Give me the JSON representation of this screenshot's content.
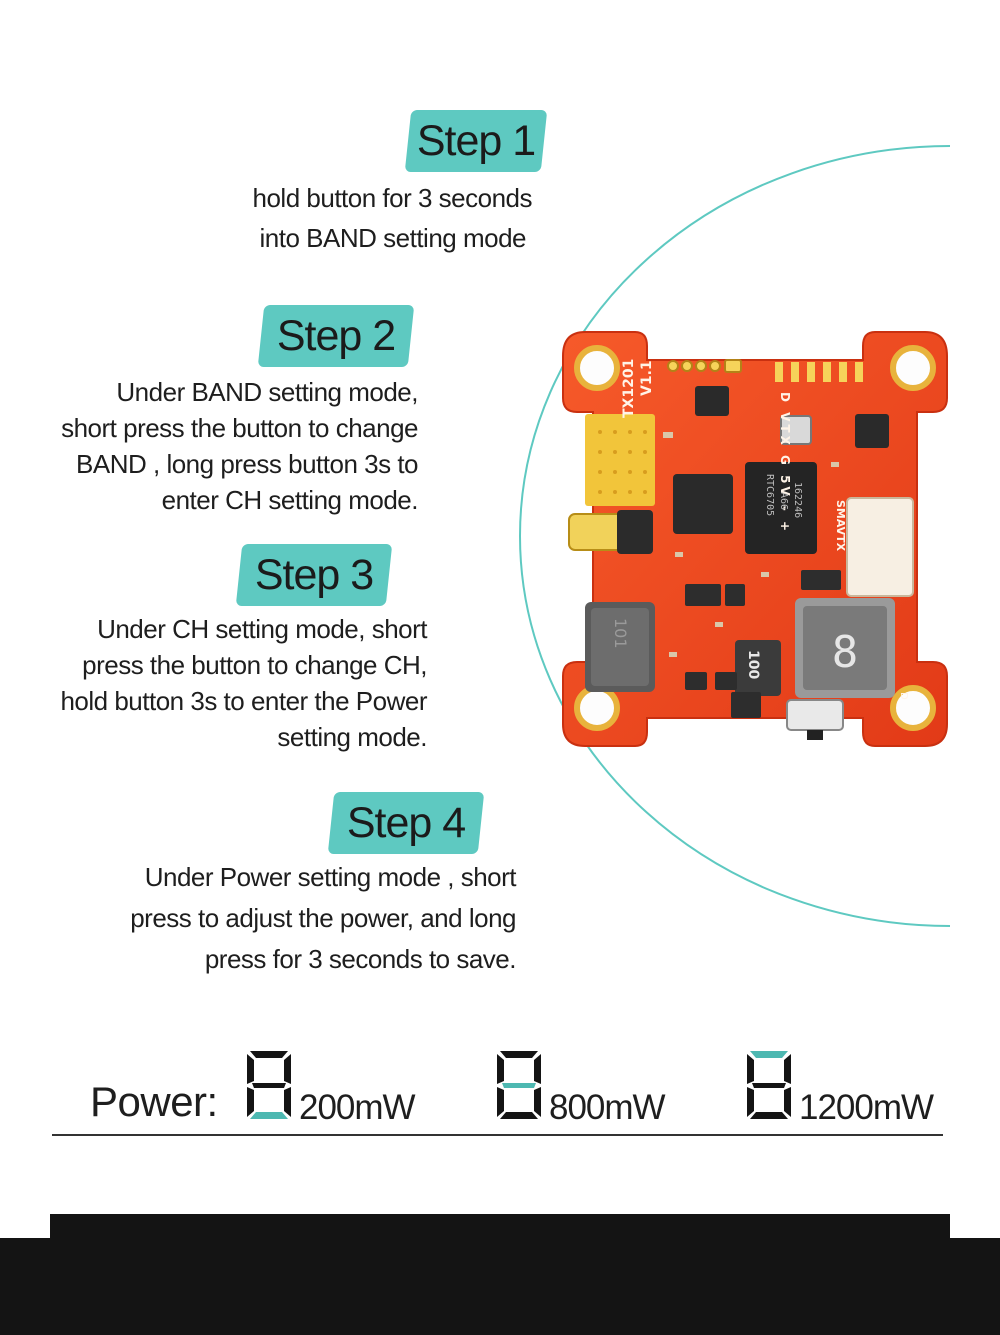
{
  "colors": {
    "accent": "#5ec9c1",
    "board": "#f1471f",
    "dark": "#141414"
  },
  "steps": [
    {
      "title": "Step 1",
      "lines": [
        "hold button for 3 seconds",
        "into BAND setting mode"
      ]
    },
    {
      "title": "Step 2",
      "lines": [
        "Under BAND setting mode,",
        "short press the button to change",
        "BAND , long press button  3s to",
        "enter CH setting mode."
      ]
    },
    {
      "title": "Step 3",
      "lines": [
        "Under CH setting mode, short",
        "press the button to change CH,",
        "hold button 3s to enter the Power",
        "setting mode."
      ]
    },
    {
      "title": "Step 4",
      "lines": [
        "Under Power setting mode , short",
        "press to adjust the power, and long",
        "press for 3 seconds to save."
      ]
    }
  ],
  "power": {
    "label": "Power:",
    "levels": [
      "200mW",
      "800mW",
      "1200mW"
    ]
  },
  "board": {
    "labels": {
      "model": "TX1201",
      "version": "V1.1",
      "chip": "RTC6705",
      "chip_code": "A66",
      "chip_lot": "162246",
      "inductor": "100",
      "inductor_left": "101",
      "pins": "D VTX G 5V - +",
      "connector": "SMAVTX",
      "small_label": "D"
    }
  }
}
